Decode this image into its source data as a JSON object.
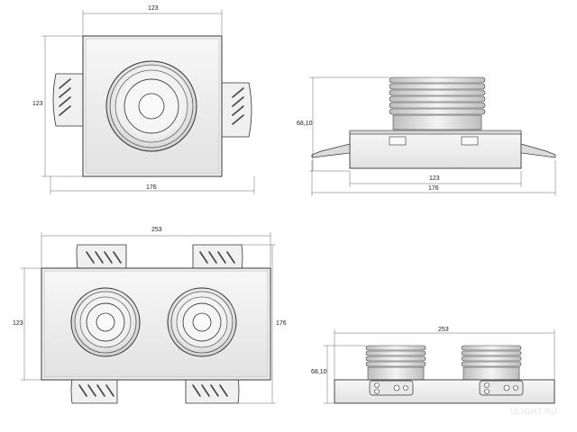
{
  "views": {
    "single_top": {
      "width_inner": "123",
      "height": "123",
      "width_overall": "176"
    },
    "single_side": {
      "height": "68,10",
      "width_inner": "123",
      "width_overall": "176"
    },
    "double_top": {
      "width": "253",
      "height_left": "123",
      "height_right": "176"
    },
    "double_side": {
      "width": "253",
      "height": "68,10"
    }
  },
  "watermark": "ULIGHT.RU",
  "colors": {
    "line": "#333333",
    "fill_light": "#f2f2f2",
    "fill_mid": "#dcdcdc",
    "dim": "#666666"
  }
}
